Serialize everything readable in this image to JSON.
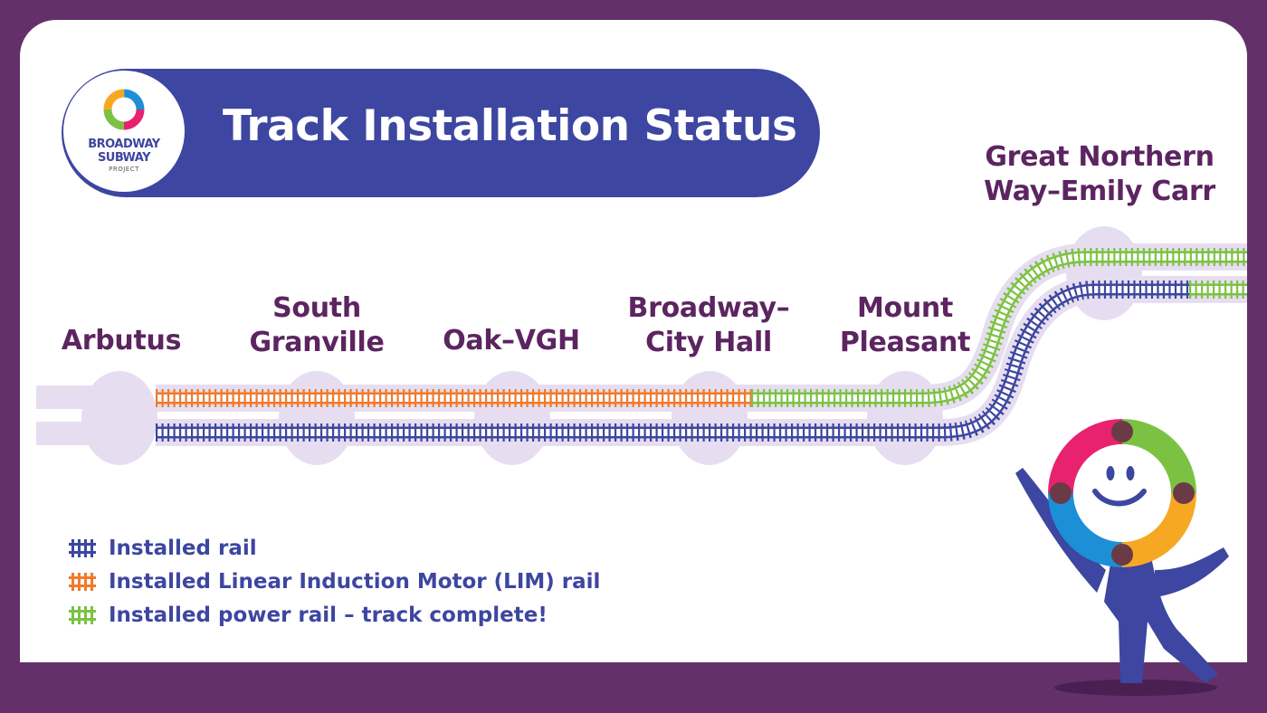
{
  "header": {
    "title": "Track Installation Status",
    "logo": {
      "line1": "BROADWAY",
      "line2": "SUBWAY",
      "line3": "PROJECT"
    }
  },
  "stations": [
    {
      "id": "arbutus",
      "lines": [
        "Arbutus"
      ]
    },
    {
      "id": "south-granville",
      "lines": [
        "South",
        "Granville"
      ]
    },
    {
      "id": "oak-vgh",
      "lines": [
        "Oak–VGH"
      ]
    },
    {
      "id": "broadway-city-hall",
      "lines": [
        "Broadway–",
        "City Hall"
      ]
    },
    {
      "id": "mount-pleasant",
      "lines": [
        "Mount",
        "Pleasant"
      ]
    },
    {
      "id": "great-northern-way",
      "lines": [
        "Great Northern",
        "Way–Emily Carr"
      ]
    }
  ],
  "legend": [
    {
      "id": "installed-rail",
      "label": "Installed rail",
      "color": "#3d46a0"
    },
    {
      "id": "lim-rail",
      "label": "Installed Linear Induction Motor (LIM) rail",
      "color": "#f07a2c"
    },
    {
      "id": "power-rail",
      "label": "Installed power rail – track complete!",
      "color": "#7cc242"
    }
  ],
  "colors": {
    "frame": "#63306a",
    "header": "#3d46a0",
    "station_text": "#5c2461",
    "station_disc": "#e6def0",
    "installed_rail": "#3d46a0",
    "lim_rail": "#f07a2c",
    "power_rail": "#7cc242"
  }
}
